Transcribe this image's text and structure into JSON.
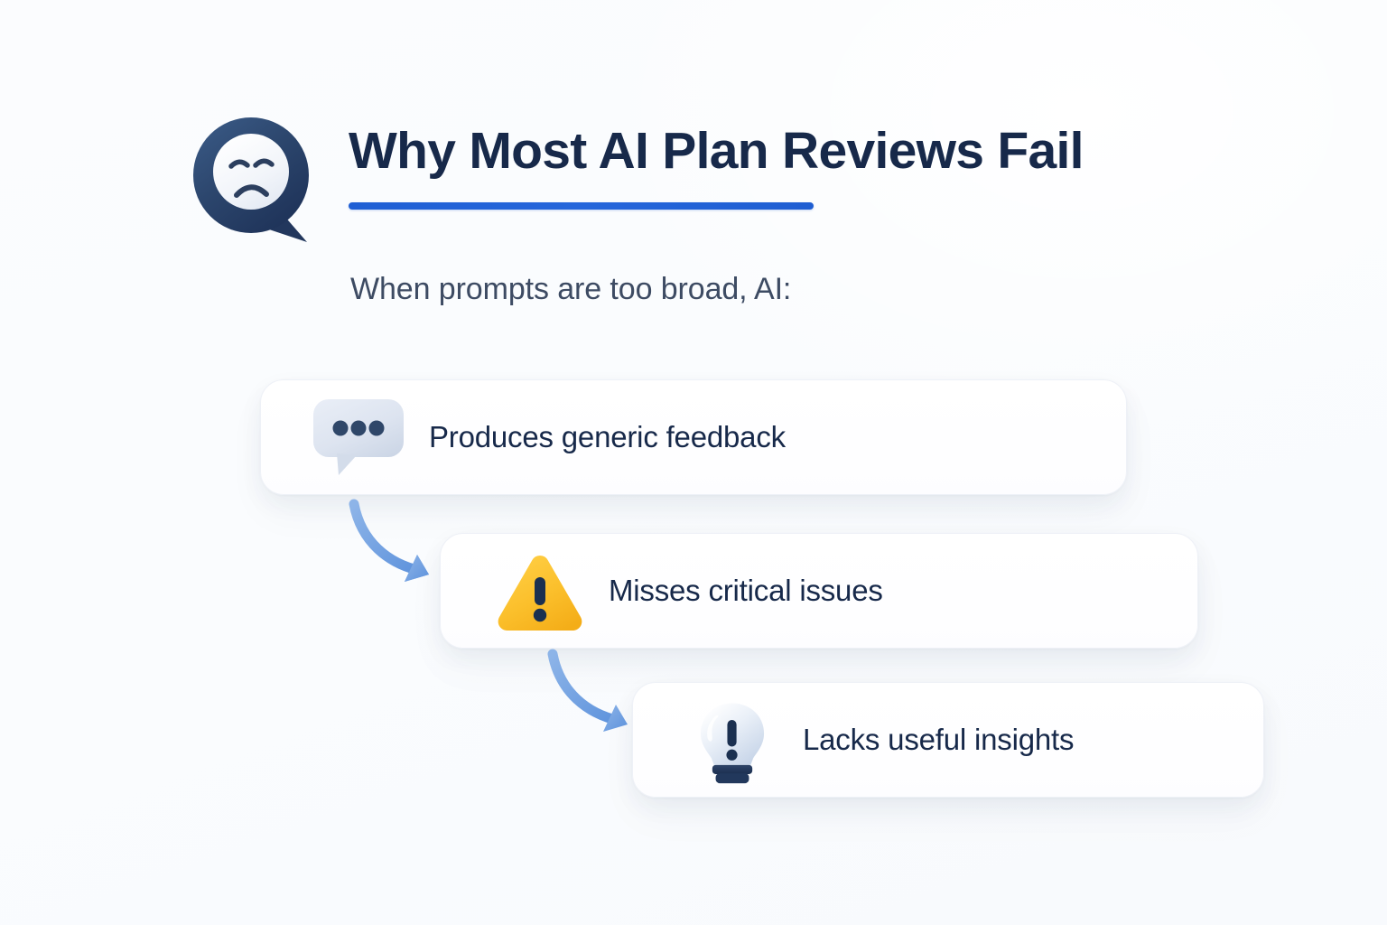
{
  "header": {
    "icon": "sad-face-speech-bubble-icon",
    "title": "Why Most AI Plan Reviews Fail",
    "accent_color": "#1f5fd4",
    "title_color": "#17294a"
  },
  "subtitle": "When prompts are too broad, AI:",
  "cards": [
    {
      "icon": "chat-bubble-dots-icon",
      "label": "Produces generic feedback",
      "icon_color": "#dde3ee"
    },
    {
      "icon": "warning-triangle-icon",
      "label": "Misses critical issues",
      "icon_color": "#fbbf2b"
    },
    {
      "icon": "lightbulb-exclamation-icon",
      "label": "Lacks useful insights",
      "icon_color": "#dce5f2"
    }
  ],
  "arrows": [
    {
      "name": "curved-arrow-down-right",
      "color": "#6a9ce0"
    },
    {
      "name": "curved-arrow-down-right",
      "color": "#6a9ce0"
    }
  ],
  "colors": {
    "background": "#fbfcfe",
    "card_background": "#ffffff",
    "text_dark": "#17294a",
    "text_muted": "#3d4b63",
    "accent_blue": "#1f5fd4",
    "warning_amber": "#fbbf2b",
    "arrow_blue": "#6a9ce0"
  }
}
